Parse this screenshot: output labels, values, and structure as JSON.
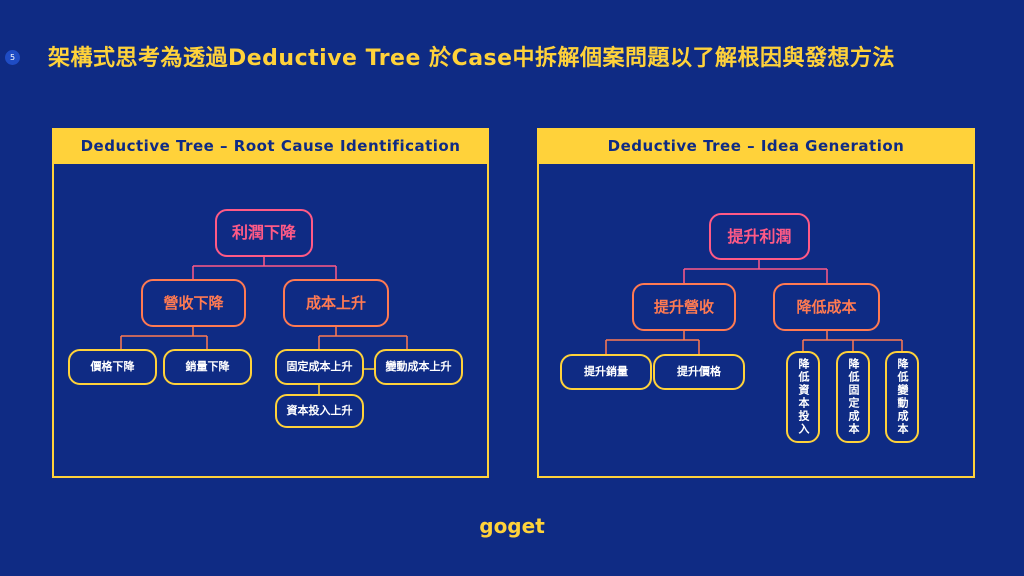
{
  "page": {
    "number": "5"
  },
  "title": "架構式思考為透過Deductive Tree 於Case中拆解個案問題以了解根因與發想方法",
  "left_panel": {
    "header": "Deductive Tree – Root Cause Identification",
    "root": "利潤下降",
    "branch_a": "營收下降",
    "branch_b": "成本上升",
    "a1": "價格下降",
    "a2": "銷量下降",
    "b1": "固定成本上升",
    "b2": "變動成本上升",
    "b3": "資本投入上升"
  },
  "right_panel": {
    "header": "Deductive Tree – Idea Generation",
    "root": "提升利潤",
    "branch_a": "提升營收",
    "branch_b": "降低成本",
    "a1": "提升銷量",
    "a2": "提升價格",
    "b1": "降低資本投入",
    "b2": "降低固定成本",
    "b3": "降低變動成本"
  },
  "brand": "goget",
  "colors": {
    "background": "#0f2b84",
    "accent_yellow": "#ffd23a",
    "root_pink": "#ff5a86",
    "branch_orange": "#ff7a52",
    "page_badge": "#1f4cc4"
  }
}
